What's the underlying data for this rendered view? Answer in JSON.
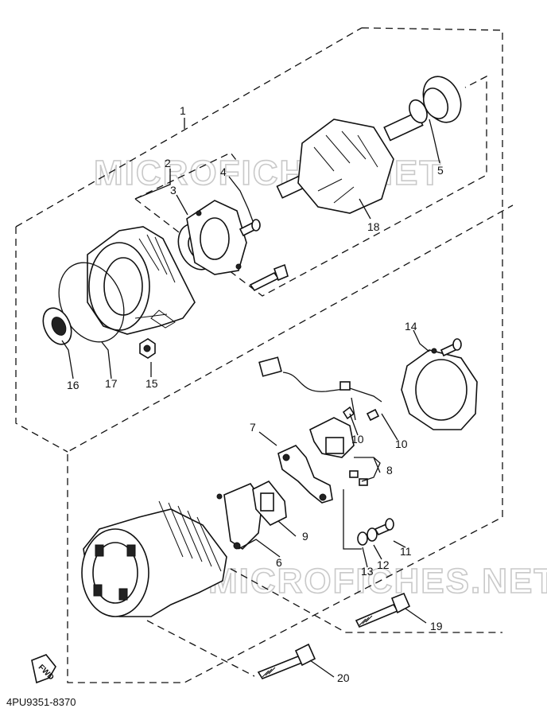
{
  "watermark": {
    "text": "MICROFICHES.NET"
  },
  "diagram_code": "4PU9351-8370",
  "fwd_label": "FWD",
  "callouts": [
    {
      "id": "c1",
      "label": "1"
    },
    {
      "id": "c2",
      "label": "2"
    },
    {
      "id": "c3",
      "label": "3"
    },
    {
      "id": "c4",
      "label": "4"
    },
    {
      "id": "c5",
      "label": "5"
    },
    {
      "id": "c6",
      "label": "6"
    },
    {
      "id": "c7",
      "label": "7"
    },
    {
      "id": "c8",
      "label": "8"
    },
    {
      "id": "c9",
      "label": "9"
    },
    {
      "id": "c10a",
      "label": "10"
    },
    {
      "id": "c10b",
      "label": "10"
    },
    {
      "id": "c11",
      "label": "11"
    },
    {
      "id": "c12",
      "label": "12"
    },
    {
      "id": "c13",
      "label": "13"
    },
    {
      "id": "c14",
      "label": "14"
    },
    {
      "id": "c15",
      "label": "15"
    },
    {
      "id": "c16",
      "label": "16"
    },
    {
      "id": "c17",
      "label": "17"
    },
    {
      "id": "c18",
      "label": "18"
    },
    {
      "id": "c19",
      "label": "19"
    },
    {
      "id": "c20",
      "label": "20"
    }
  ]
}
